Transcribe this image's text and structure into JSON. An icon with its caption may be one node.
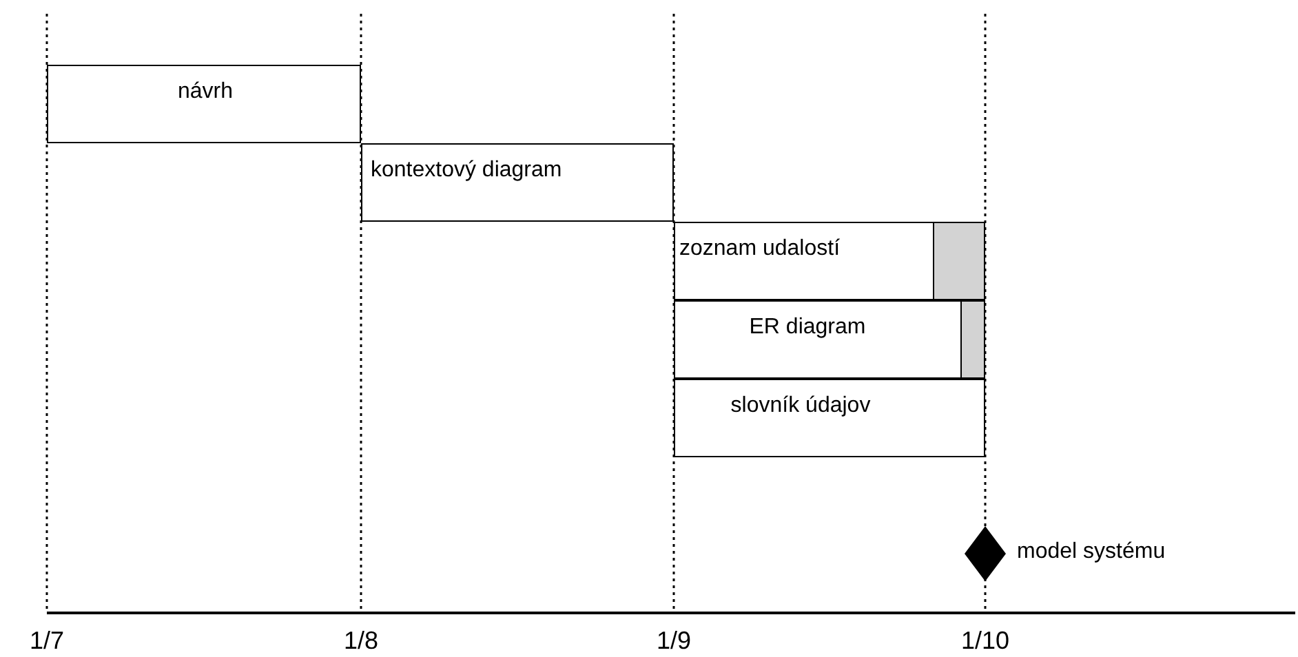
{
  "diagram": {
    "nodes": [
      {
        "text": [
          "návrh"
        ]
      },
      {
        "text": [
          "kontextový diagram"
        ]
      },
      {
        "text": [
          "zoznam udalostí"
        ]
      },
      {
        "text": [],
        "shape": "bar",
        "in": 2
      },
      {
        "text": [
          "ER diagram"
        ]
      },
      {
        "text": [],
        "shape": "bar",
        "in": 4
      },
      {
        "text": [
          "slovník údajov"
        ]
      },
      {
        "text": [],
        "shape": "diamond",
        "beside": [
          "model systému"
        ]
      }
    ],
    "labels": [
      "1/7",
      "1/8",
      "1/9",
      "1/10"
    ]
  }
}
